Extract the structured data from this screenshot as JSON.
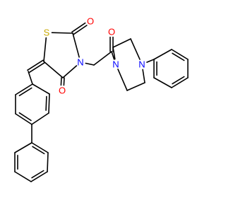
{
  "diagram": {
    "type": "chemical-structure",
    "colors": {
      "background": "#ffffff",
      "bond": "#000000",
      "oxygen": "#ff0000",
      "nitrogen": "#0000ff",
      "sulfur": "#c8a800"
    },
    "atom_labels": [
      {
        "id": "S1",
        "symbol": "S"
      },
      {
        "id": "O2",
        "symbol": "O"
      },
      {
        "id": "O4",
        "symbol": "O"
      },
      {
        "id": "N3",
        "symbol": "N"
      },
      {
        "id": "O9",
        "symbol": "O"
      },
      {
        "id": "NP1",
        "symbol": "N"
      },
      {
        "id": "NP4",
        "symbol": "N"
      }
    ]
  }
}
